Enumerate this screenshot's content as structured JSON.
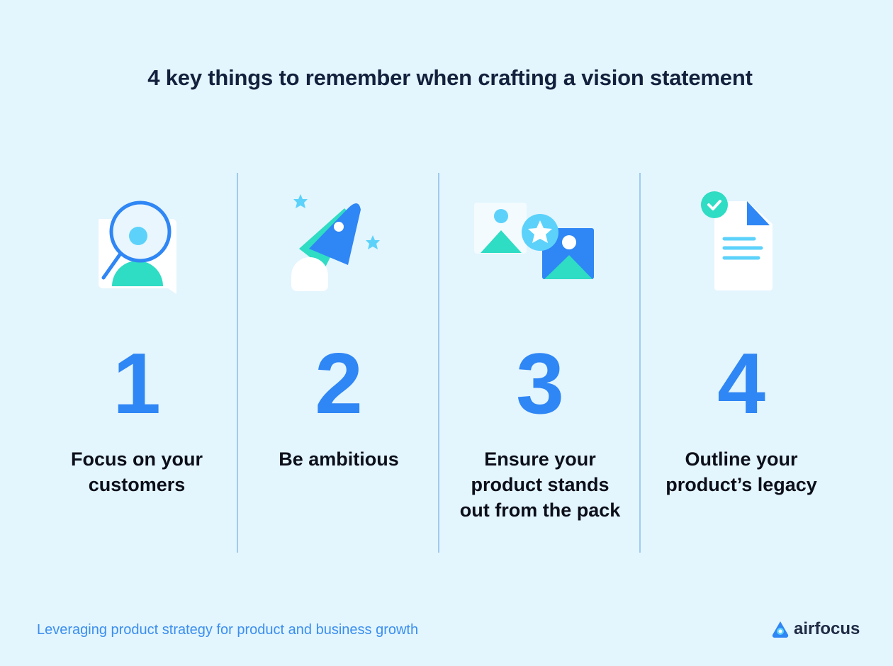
{
  "title": "4 key things to remember when crafting a vision statement",
  "steps": [
    {
      "number": "1",
      "label": "Focus on your\ncustomers",
      "icon": "customer-search-icon"
    },
    {
      "number": "2",
      "label": "Be ambitious",
      "icon": "rocket-icon"
    },
    {
      "number": "3",
      "label": "Ensure your\nproduct stands\nout from the pack",
      "icon": "standout-images-icon"
    },
    {
      "number": "4",
      "label": "Outline your\nproduct’s legacy",
      "icon": "document-check-icon"
    }
  ],
  "footer": {
    "caption": "Leveraging product strategy for product and business growth",
    "brand": "airfocus"
  },
  "colors": {
    "background": "#e3f5fd",
    "accent_blue": "#2f86f5",
    "teal": "#2fdcc4",
    "light_blue": "#5cd2fb",
    "title": "#14213d"
  }
}
